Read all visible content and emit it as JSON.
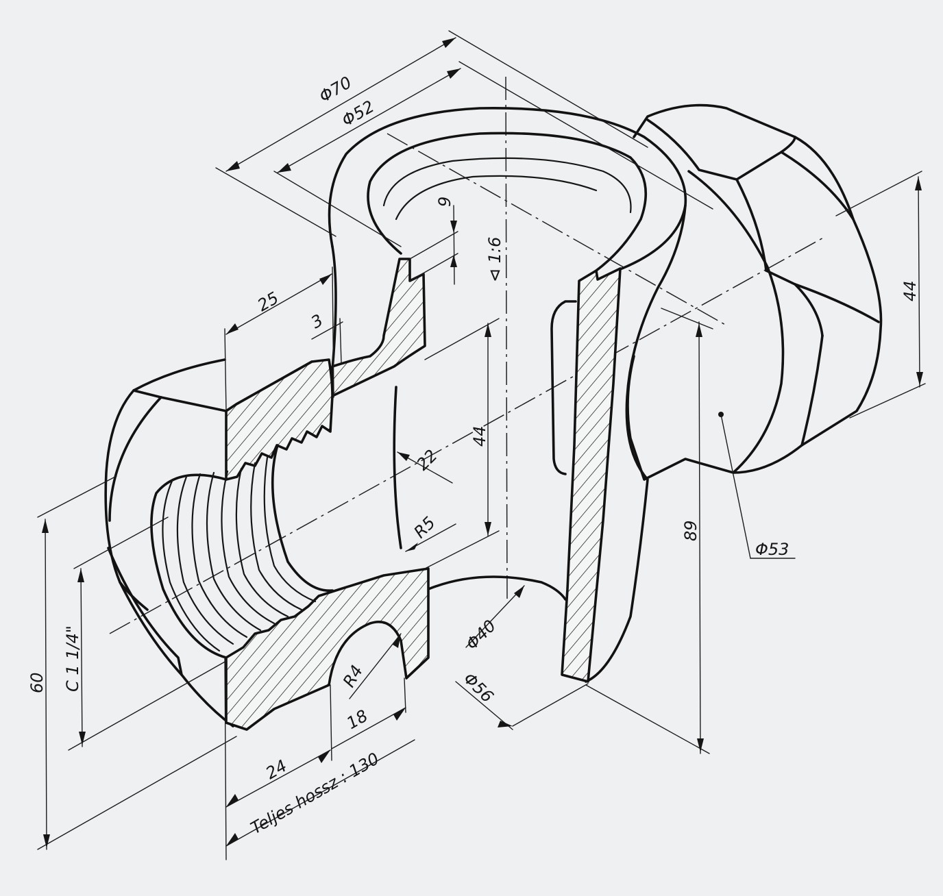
{
  "dimensions": {
    "d70": "Φ70",
    "d52": "Φ52",
    "d53": "Φ53",
    "d40": "Φ40",
    "d56": "Φ56",
    "taper": "⊲ 1:6",
    "v9": "9",
    "v25": "25",
    "v3": "3",
    "v22": "22",
    "v44_mid": "44",
    "v44_right": "44",
    "v89": "89",
    "v60": "60",
    "thread": "C 1 1/4\"",
    "r5": "R5",
    "r4": "R4",
    "v18": "18",
    "v24": "24",
    "total_length": "Teljes hossz : 130"
  }
}
